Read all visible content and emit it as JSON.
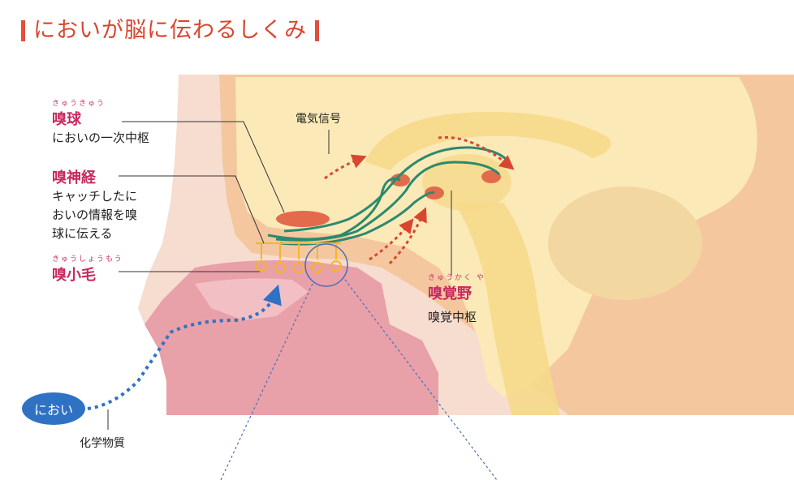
{
  "title": "においが脳に伝わるしくみ",
  "labels": {
    "olfactory_bulb": {
      "ruby": "きゅうきゅう",
      "term": "嗅球",
      "desc": "においの一次中枢"
    },
    "olfactory_nerve": {
      "term": "嗅神経",
      "desc": [
        "キャッチしたに",
        "おいの情報を嗅",
        "球に伝える"
      ]
    },
    "olfactory_cilia": {
      "ruby": "きゅうしょうもう",
      "term": "嗅小毛"
    },
    "olfactory_cortex": {
      "ruby": "きゅうかく や",
      "term": "嗅覚野",
      "desc": "嗅覚中枢"
    },
    "electric_signal": "電気信号",
    "smell": "におい",
    "chemical": "化学物質"
  },
  "colors": {
    "title": "#d9462f",
    "term": "#c8285e",
    "skin": "#f7ddd0",
    "brain": "#fbe9b8",
    "nasal": "#e8a0a9",
    "pathway": "#2a8a6e",
    "signal_arrow": "#d9462f",
    "air_flow": "#2f72c4"
  }
}
